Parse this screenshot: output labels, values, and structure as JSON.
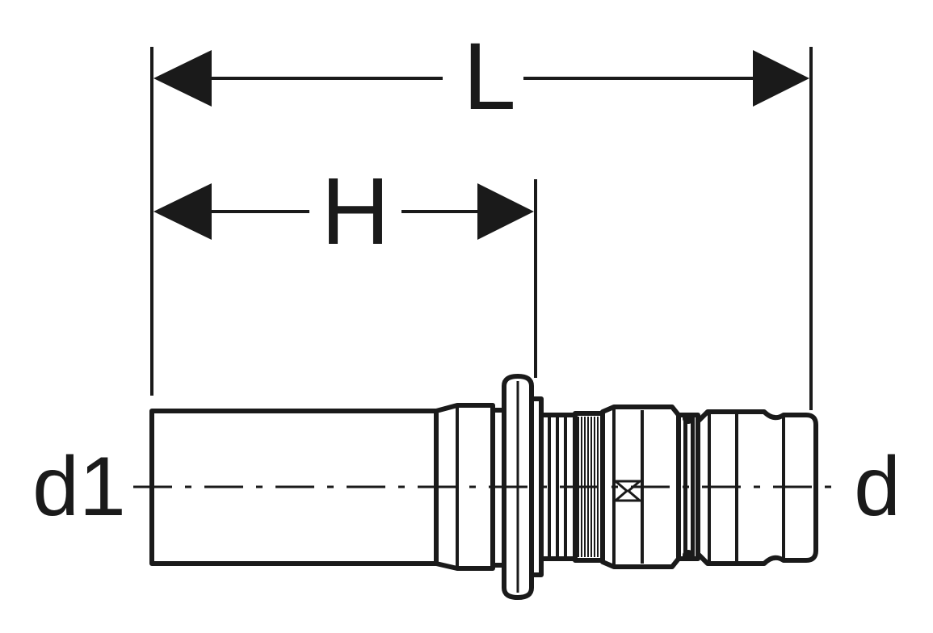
{
  "labels": {
    "length": "L",
    "insertion_depth": "H",
    "spigot_diameter": "d1",
    "pipe_diameter": "d"
  },
  "colors": {
    "ink": "#1a1a1a",
    "background": "#ffffff"
  }
}
